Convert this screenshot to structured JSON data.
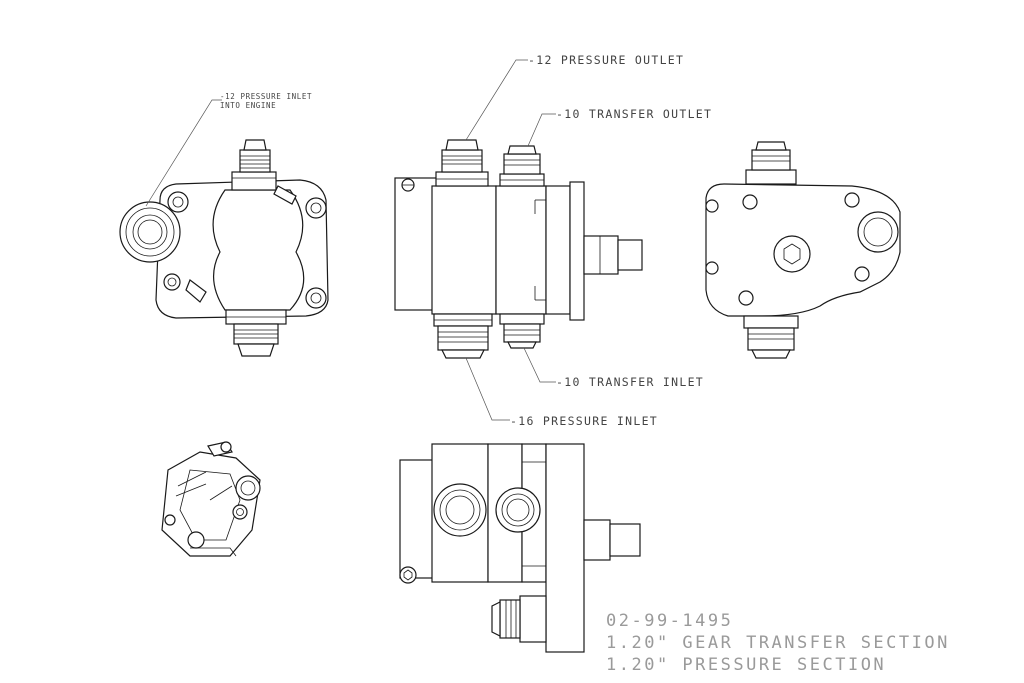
{
  "callouts": {
    "inlet_engine_line1": "-12 PRESSURE INLET",
    "inlet_engine_line2": "INTO ENGINE",
    "pressure_outlet": "-12 PRESSURE OUTLET",
    "transfer_outlet": "-10 TRANSFER OUTLET",
    "transfer_inlet": "-10 TRANSFER INLET",
    "pressure_inlet_16": "-16 PRESSURE INLET"
  },
  "title_block": {
    "part_number": "02-99-1495",
    "line2": "1.20\" GEAR TRANSFER SECTION",
    "line3": "1.20\" PRESSURE SECTION"
  }
}
